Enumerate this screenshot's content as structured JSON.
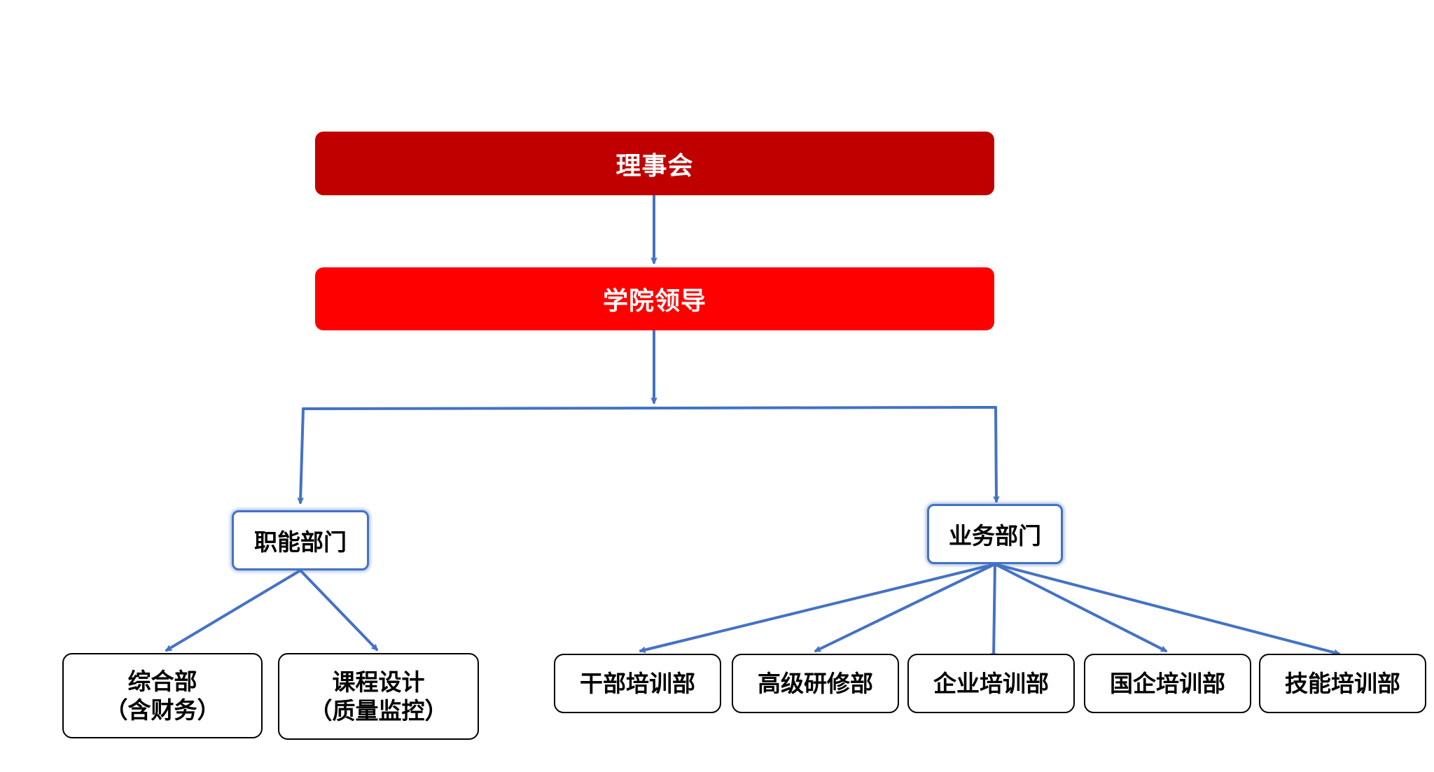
{
  "nodes": {
    "board": "理事会",
    "leadership": "学院领导",
    "functional_depts": "职能部门",
    "business_depts": "业务部门",
    "general_dept": {
      "line1": "综合部",
      "line2": "（含财务）"
    },
    "course_design": {
      "line1": "课程设计",
      "line2": "（质量监控）"
    },
    "cadre_training": "干部培训部",
    "advanced_study": "高级研修部",
    "enterprise_training": "企业培训部",
    "soe_training": "国企培训部",
    "skills_training": "技能培训部"
  },
  "colors": {
    "board": "#c00000",
    "leadership": "#ff0000",
    "connector": "#4472c4",
    "dept_border": "#4472c4",
    "unit_border": "#000000"
  }
}
